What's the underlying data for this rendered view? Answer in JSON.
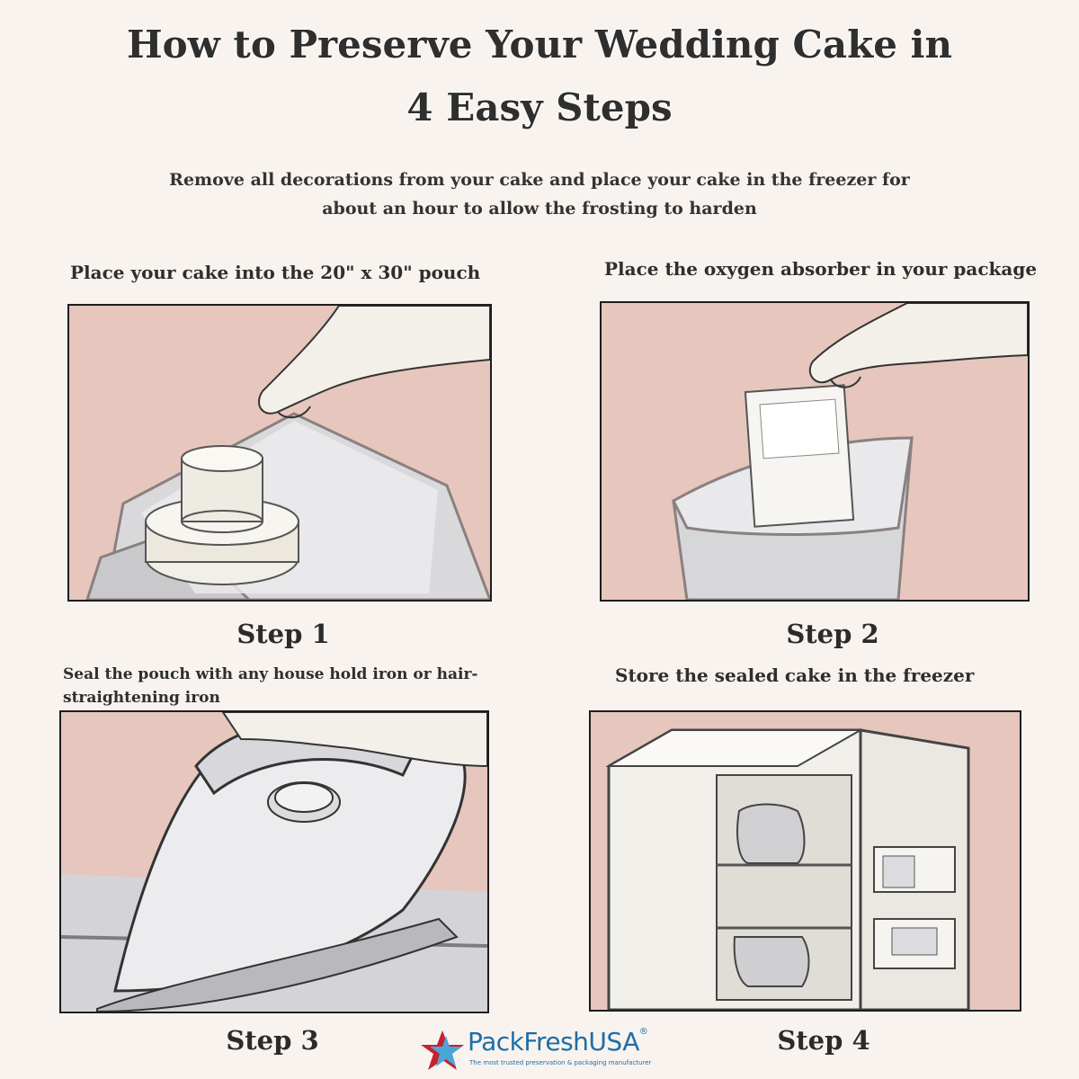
{
  "header": {
    "title_line1": "How to Preserve Your Wedding Cake in",
    "title_line2": "4 Easy Steps"
  },
  "intro": {
    "line1": "Remove all decorations from your cake and place your cake in the freezer for",
    "line2": "about an hour to allow the frosting to harden"
  },
  "steps": [
    {
      "instruction": "Place your cake into the 20\" x 30\" pouch",
      "label": "Step 1",
      "illustration": "hand-placing-cake-into-pouch"
    },
    {
      "instruction": "Place the oxygen absorber in your package",
      "label": "Step 2",
      "illustration": "hand-placing-oxygen-absorber"
    },
    {
      "instruction_line1": "Seal the pouch with any house hold iron or hair-",
      "instruction_line2": "straightening iron",
      "label": "Step 3",
      "illustration": "iron-sealing-pouch"
    },
    {
      "instruction": "Store the sealed cake in the freezer",
      "label": "Step 4",
      "illustration": "open-freezer-with-cake"
    }
  ],
  "logo": {
    "name": "PackFreshUSA",
    "registered": "®",
    "tagline": "The most trusted preservation & packaging manufacturer",
    "icon": "star-logo-icon"
  },
  "colors": {
    "background": "#f8f3ee",
    "panel_background": "#e8c9c1",
    "logo_blue": "#1c6ea8",
    "logo_red": "#c8202f"
  }
}
